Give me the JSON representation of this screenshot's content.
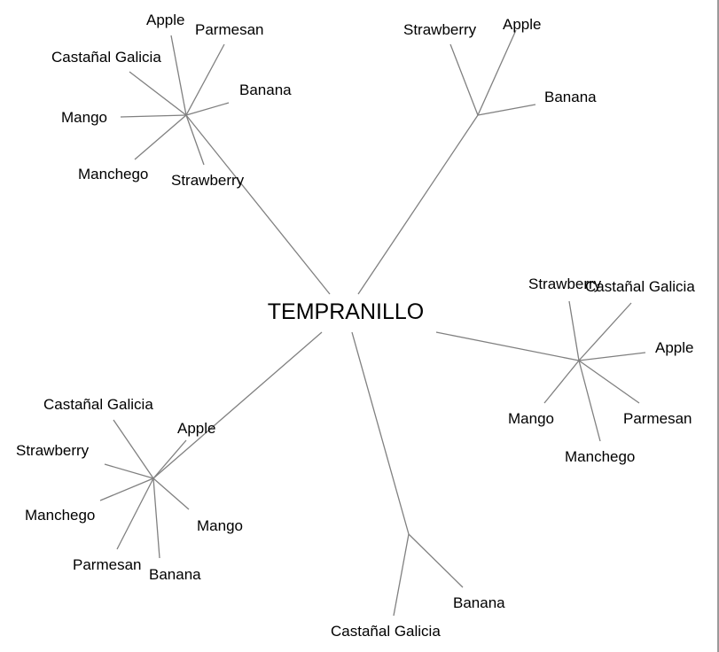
{
  "root": {
    "label": "TEMPRANILLO"
  },
  "colors": {
    "edge": "#808080",
    "text": "#000000"
  },
  "clusters": [
    {
      "id": "top-left",
      "leaves": [
        "Apple",
        "Parmesan",
        "Castañal Galicia",
        "Banana",
        "Mango",
        "Manchego",
        "Strawberry"
      ]
    },
    {
      "id": "top-right",
      "leaves": [
        "Strawberry",
        "Apple",
        "Banana"
      ]
    },
    {
      "id": "right",
      "leaves": [
        "Strawberry",
        "Castañal Galicia",
        "Apple",
        "Parmesan",
        "Manchego",
        "Mango"
      ]
    },
    {
      "id": "bottom-left",
      "leaves": [
        "Castañal Galicia",
        "Apple",
        "Strawberry",
        "Manchego",
        "Parmesan",
        "Banana",
        "Mango"
      ]
    },
    {
      "id": "bottom",
      "leaves": [
        "Castañal Galicia",
        "Banana"
      ]
    }
  ]
}
